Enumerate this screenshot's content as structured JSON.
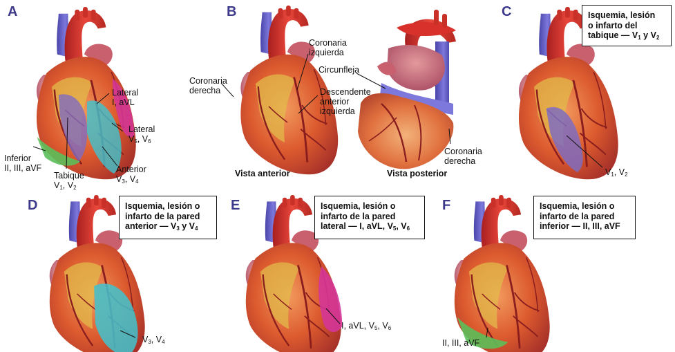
{
  "panels": {
    "a": {
      "letter": "A",
      "labels": {
        "lateral1": [
          "Lateral",
          "I, aVL"
        ],
        "lateral2_title": "Lateral",
        "lateral2_leads": [
          "V",
          "5",
          ", V",
          "6"
        ],
        "inferior": [
          "Inferior",
          "II, III, aVF"
        ],
        "tabique_title": "Tabique",
        "tabique_leads": [
          "V",
          "1",
          ", V",
          "2"
        ],
        "anterior_title": "Anterior",
        "anterior_leads": [
          "V",
          "3",
          ", V",
          "4"
        ]
      }
    },
    "b": {
      "letter": "B",
      "labels": {
        "coronaria_derecha": [
          "Coronaria",
          "derecha"
        ],
        "coronaria_izquierda": [
          "Coronaria",
          "izquierda"
        ],
        "circunfleja": "Circunfleja",
        "descendente": [
          "Descendente",
          "anterior",
          "izquierda"
        ],
        "coronaria_derecha_post": [
          "Coronaria",
          "derecha"
        ]
      },
      "captions": {
        "anterior": "Vista anterior",
        "posterior": "Vista posterior"
      }
    },
    "c": {
      "letter": "C",
      "box": [
        "Isquemia, lesión",
        "o infarto del",
        "tabique — V",
        "1",
        " y V",
        "2"
      ],
      "leads": [
        "V",
        "1",
        ", V",
        "2"
      ]
    },
    "d": {
      "letter": "D",
      "box": [
        "Isquemia, lesión o",
        "infarto de la pared",
        "anterior — V",
        "3",
        " y V",
        "4"
      ],
      "leads": [
        "V",
        "3",
        ", V",
        "4"
      ]
    },
    "e": {
      "letter": "E",
      "box": [
        "Isquemia, lesión o",
        "infarto de la pared",
        "lateral — I, aVL, V",
        "5",
        ", V",
        "6"
      ],
      "leads": [
        "I, aVL, V",
        "5",
        ", V",
        "6"
      ]
    },
    "f": {
      "letter": "F",
      "box": [
        "Isquemia, lesión o",
        "infarto de la pared",
        "inferior — II, III, aVF"
      ],
      "leads": "II, III, aVF"
    }
  },
  "colors": {
    "letter": "#3d3a8c",
    "myocardium": "#d9532b",
    "aorta": "#d8302a",
    "vein": "#6a63c8",
    "septal_highlight": "#7f6cc0",
    "anterior_highlight": "#3fc3cf",
    "lateral_highlight": "#d4359a",
    "inferior_highlight": "#5cbf5a",
    "fat": "#e2b94a"
  }
}
